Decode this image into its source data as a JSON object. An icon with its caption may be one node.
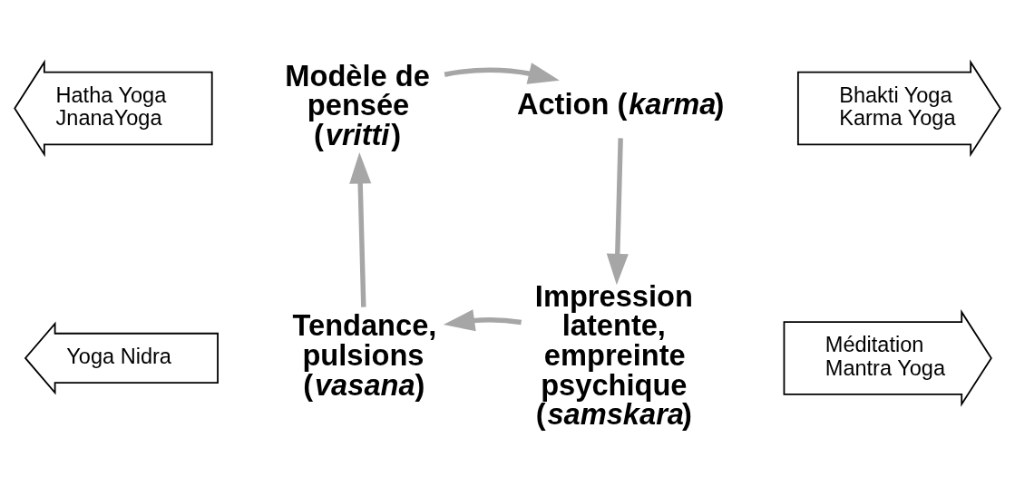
{
  "diagram": {
    "nodes": [
      {
        "text": [
          "Hatha Yoga",
          "JnanaYoga"
        ]
      },
      {
        "text": [
          "Modèle de pensée (*vritti*)"
        ]
      },
      {
        "text": [
          "Action (*karma*)"
        ]
      },
      {
        "text": [
          "Bhakti Yoga",
          "Karma Yoga"
        ]
      },
      {
        "text": [
          "Yoga Nidra"
        ]
      },
      {
        "text": [
          "Tendance, pulsions (*vasana*)"
        ]
      },
      {
        "text": [
          "Impression latente, empreinte psychique (*samskara*)"
        ]
      },
      {
        "text": [
          "Méditation",
          "Mantra Yoga"
        ]
      }
    ],
    "edges": [
      {
        "from": 1,
        "to": 2,
        "arrow": "to"
      },
      {
        "from": 2,
        "to": 6,
        "arrow": "to"
      },
      {
        "from": 6,
        "to": 5,
        "arrow": "to"
      },
      {
        "from": 5,
        "to": 1,
        "arrow": "to"
      }
    ]
  }
}
